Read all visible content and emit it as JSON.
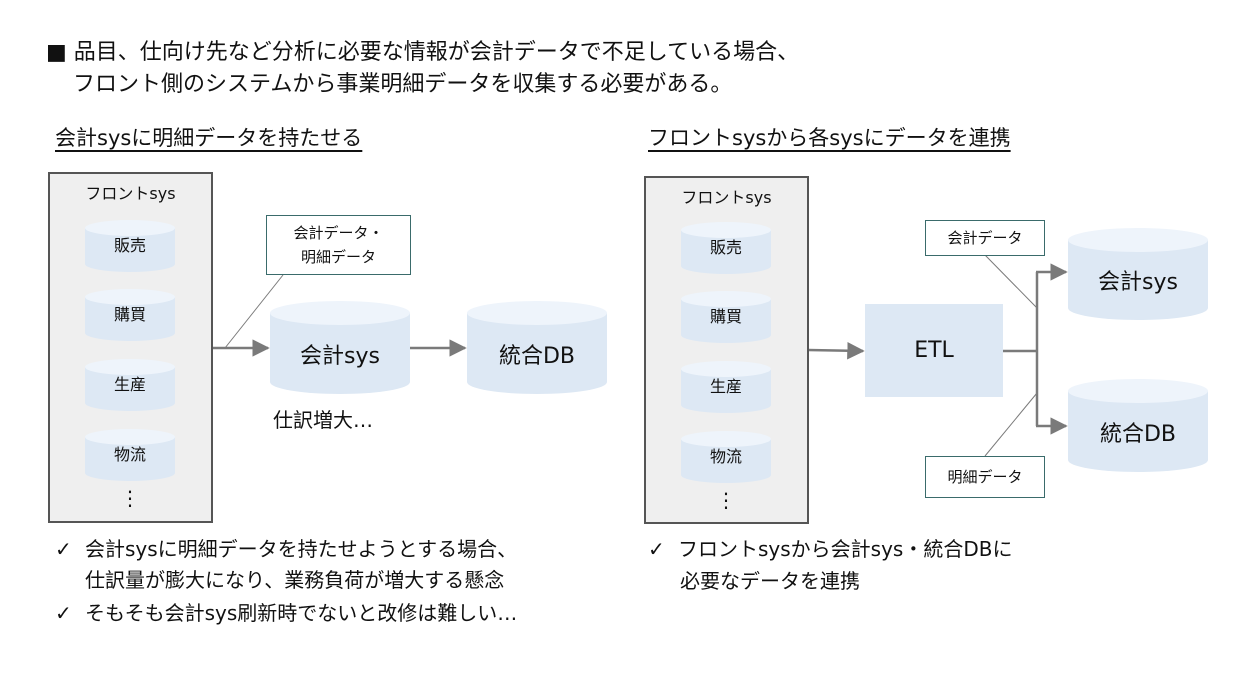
{
  "intro": {
    "marker": "■",
    "line1": "品目、仕向け先など分析に必要な情報が会計データで不足している場合、",
    "line2": "フロント側のシステムから事業明細データを収集する必要がある。"
  },
  "left": {
    "heading": "会計sysに明細データを持たせる",
    "panel_title": "フロントsys",
    "systems": [
      "販売",
      "購買",
      "生産",
      "物流"
    ],
    "ellipsis": "⋮",
    "callout_line1": "会計データ・",
    "callout_line2": "明細データ",
    "accounting_db": "会計sys",
    "integrated_db": "統合DB",
    "note": "仕訳増大…",
    "checks": [
      [
        "会計sysに明細データを持たせようとする場合、",
        "仕訳量が膨大になり、業務負荷が増大する懸念"
      ],
      [
        "そもそも会計sys刷新時でないと改修は難しい…"
      ]
    ]
  },
  "right": {
    "heading": "フロントsysから各sysにデータを連携",
    "panel_title": "フロントsys",
    "systems": [
      "販売",
      "購買",
      "生産",
      "物流"
    ],
    "ellipsis": "⋮",
    "etl": "ETL",
    "callout_accounting": "会計データ",
    "callout_detail": "明細データ",
    "accounting_db": "会計sys",
    "integrated_db": "統合DB",
    "checks": [
      [
        "フロントsysから会計sys・統合DBに",
        "必要なデータを連携"
      ]
    ]
  },
  "check_mark": "✓",
  "colors": {
    "cylinder_fill": "#dde8f4",
    "panel_fill": "#efefef",
    "arrow": "#7a7a7a"
  }
}
